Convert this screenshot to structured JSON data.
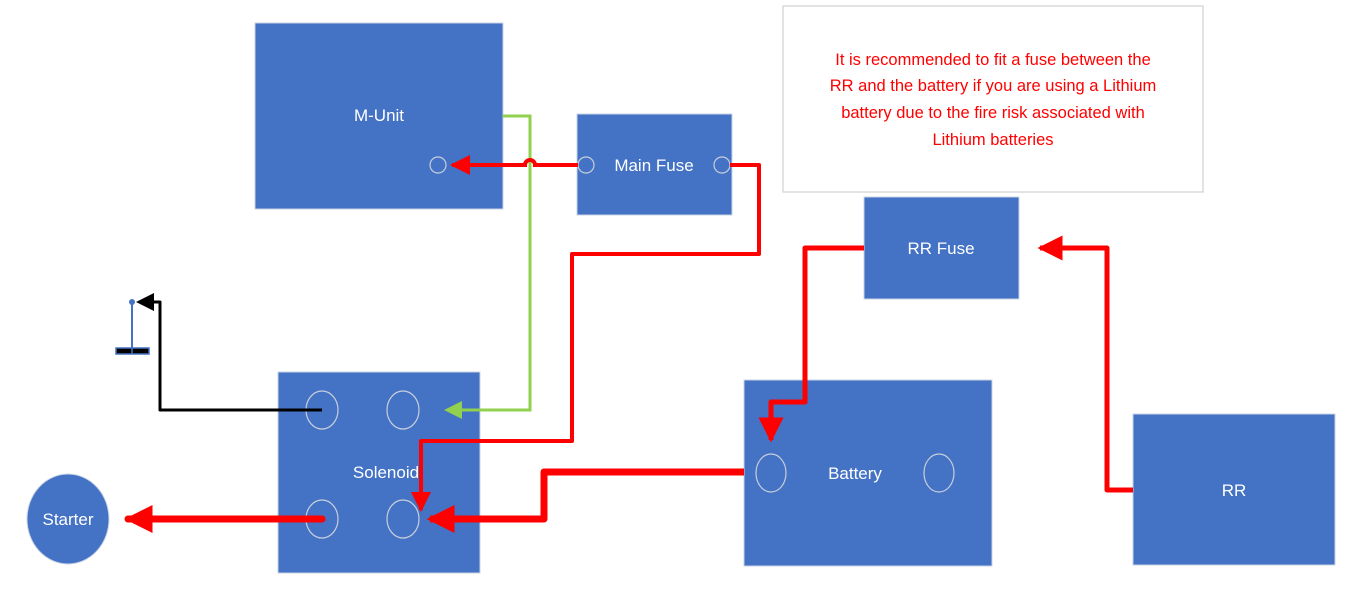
{
  "components": {
    "m_unit": {
      "label": "M-Unit"
    },
    "main_fuse": {
      "label": "Main Fuse"
    },
    "rr_fuse": {
      "label": "RR Fuse"
    },
    "solenoid": {
      "label": "Solenoid"
    },
    "battery": {
      "label": "Battery"
    },
    "rr": {
      "label": "RR"
    },
    "starter": {
      "label": "Starter"
    }
  },
  "note": {
    "lines": [
      "It is recommended to fit a fuse between the",
      "RR and the battery if you are using a Lithium",
      "battery due to the fire risk associated with",
      "Lithium batteries"
    ]
  },
  "colors": {
    "block": "#4472c4",
    "power_wire": "#ff0000",
    "signal_wire": "#92d050",
    "ground_wire": "#000000",
    "note_text": "#ff0000"
  },
  "connections": [
    {
      "from": "Main Fuse",
      "to": "M-Unit",
      "color": "red"
    },
    {
      "from": "Main Fuse",
      "to": "Solenoid",
      "color": "red"
    },
    {
      "from": "M-Unit",
      "to": "Solenoid",
      "color": "green"
    },
    {
      "from": "Solenoid",
      "to": "Ground",
      "color": "black"
    },
    {
      "from": "Battery",
      "to": "Solenoid",
      "color": "red"
    },
    {
      "from": "Solenoid",
      "to": "Starter",
      "color": "red"
    },
    {
      "from": "RR Fuse",
      "to": "Battery",
      "color": "red"
    },
    {
      "from": "RR",
      "to": "RR Fuse",
      "color": "red"
    }
  ]
}
